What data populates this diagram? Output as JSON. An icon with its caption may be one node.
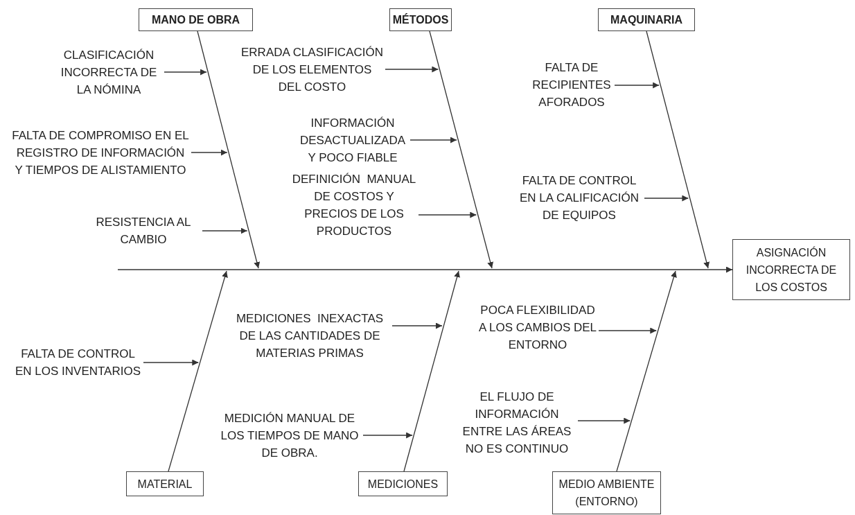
{
  "diagram": {
    "nodes": [
      {
        "text": [
          "MANO DE OBRA"
        ]
      },
      {
        "text": [
          "MÉTODOS"
        ]
      },
      {
        "text": [
          "MAQUINARIA"
        ]
      },
      {
        "text": [
          "ASIGNACIÓN INCORRECTA DE LOS COSTOS"
        ]
      },
      {
        "text": [
          "MATERIAL"
        ]
      },
      {
        "text": [
          "MEDICIONES"
        ]
      },
      {
        "text": [
          "MEDIO AMBIENTE (ENTORNO)"
        ]
      },
      {
        "text": [
          "CLASIFICACIÓN INCORRECTA DE LA NÓMINA"
        ]
      },
      {
        "text": [
          "FALTA DE COMPROMISO EN EL REGISTRO DE INFORMACIÓN Y TIEMPOS DE ALISTAMIENTO"
        ]
      },
      {
        "text": [
          "RESISTENCIA AL CAMBIO"
        ]
      },
      {
        "text": [
          "ERRADA CLASIFICACIÓN DE LOS ELEMENTOS DEL COSTO"
        ]
      },
      {
        "text": [
          "INFORMACIÓN DESACTUALIZADA Y POCO FIABLE"
        ]
      },
      {
        "text": [
          "DEFINICIÓN  MANUAL DE COSTOS Y PRECIOS DE LOS PRODUCTOS"
        ]
      },
      {
        "text": [
          "FALTA DE RECIPIENTES AFORADOS"
        ]
      },
      {
        "text": [
          "FALTA DE CONTROL EN LA CALIFICACIÓN DE EQUIPOS"
        ]
      },
      {
        "text": [
          "FALTA DE CONTROL EN LOS INVENTARIOS"
        ]
      },
      {
        "text": [
          "MEDICIONES  INEXACTAS DE LAS CANTIDADES DE MATERIAS PRIMAS"
        ]
      },
      {
        "text": [
          "MEDICIÓN MANUAL DE LOS TIEMPOS DE MANO DE OBRA."
        ]
      },
      {
        "text": [
          "POCA FLEXIBILIDAD A LOS CAMBIOS DEL ENTORNO"
        ]
      },
      {
        "text": [
          "EL FLUJO DE INFORMACIÓN ENTRE LAS ÁREAS NO ES CONTINUO"
        ]
      }
    ],
    "edges": [
      {
        "from": null,
        "to": 3,
        "arrow": "to"
      },
      {
        "from": 0,
        "to": null,
        "arrow": "to"
      },
      {
        "from": 1,
        "to": null,
        "arrow": "to"
      },
      {
        "from": 2,
        "to": null,
        "arrow": "to"
      },
      {
        "from": 4,
        "to": null,
        "arrow": "to"
      },
      {
        "from": 5,
        "to": null,
        "arrow": "to"
      },
      {
        "from": 6,
        "to": null,
        "arrow": "to"
      },
      {
        "from": 7,
        "to": null,
        "arrow": "to"
      },
      {
        "from": 8,
        "to": null,
        "arrow": "to"
      },
      {
        "from": 9,
        "to": null,
        "arrow": "to"
      },
      {
        "from": 10,
        "to": null,
        "arrow": "to"
      },
      {
        "from": 11,
        "to": null,
        "arrow": "to"
      },
      {
        "from": 12,
        "to": null,
        "arrow": "to"
      },
      {
        "from": 13,
        "to": null,
        "arrow": "to"
      },
      {
        "from": 14,
        "to": null,
        "arrow": "to"
      },
      {
        "from": 15,
        "to": null,
        "arrow": "to"
      },
      {
        "from": 16,
        "to": null,
        "arrow": "to"
      },
      {
        "from": 17,
        "to": null,
        "arrow": "to"
      },
      {
        "from": 18,
        "to": null,
        "arrow": "to"
      },
      {
        "from": 19,
        "to": null,
        "arrow": "to"
      }
    ]
  }
}
